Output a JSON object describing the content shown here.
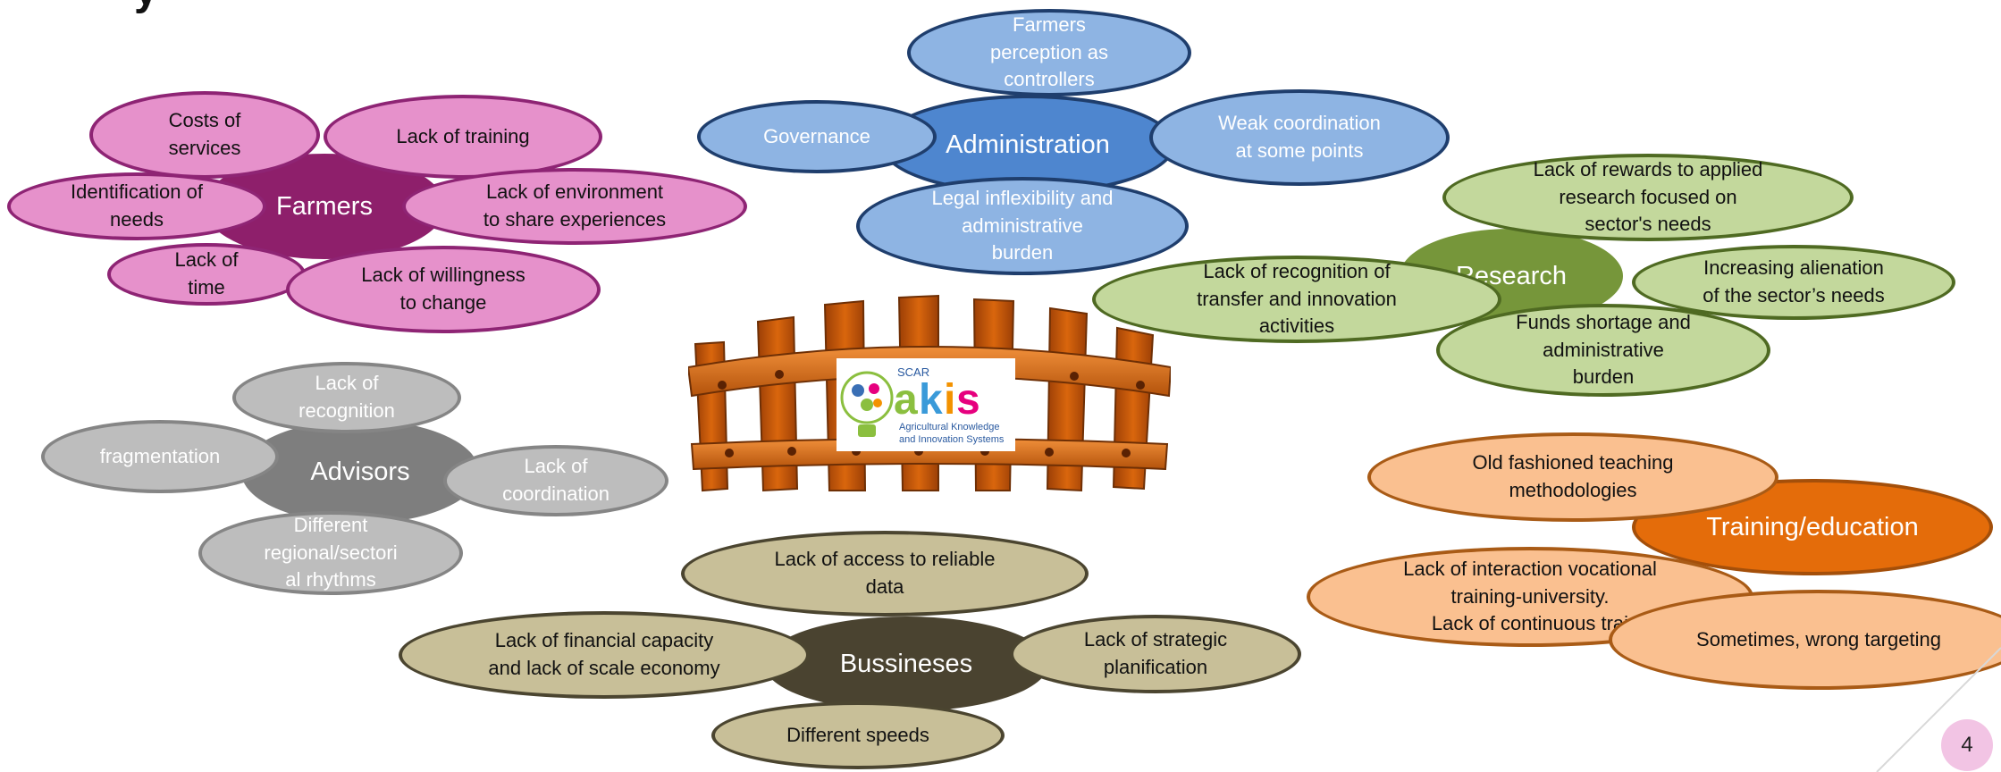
{
  "title_fragment": "y",
  "groups": {
    "farmers": {
      "hub": "Farmers",
      "items": [
        "Costs of\nservices",
        "Lack of training",
        "Identification of\nneeds",
        "Lack of environment\nto share experiences",
        "Lack of\ntime",
        "Lack of willingness\nto change"
      ]
    },
    "administration": {
      "hub": "Administration",
      "items": [
        "Farmers\nperception as\ncontrollers",
        "Governance",
        "Weak coordination\nat some points",
        "Legal inflexibility and\nadministrative\nburden"
      ]
    },
    "research": {
      "hub": "Research",
      "items": [
        "Lack of rewards to applied\nresearch focused on\nsector's needs",
        "Lack of recognition of\ntransfer and innovation\nactivities",
        "Increasing alienation\nof the sector’s needs",
        "Funds shortage and\nadministrative\nburden"
      ]
    },
    "advisors": {
      "hub": "Advisors",
      "items": [
        "Lack of\nrecognition",
        "fragmentation",
        "Lack of\ncoordination",
        "Different\nregional/sectori\nal rhythms"
      ]
    },
    "businesses": {
      "hub": "Bussineses",
      "items": [
        "Lack of access to reliable\ndata",
        "Lack of financial capacity\nand lack of scale economy",
        "Lack of strategic\nplanification",
        "Different speeds"
      ]
    },
    "training": {
      "hub": "Training/education",
      "items": [
        "Old fashioned teaching\nmethodologies",
        "Lack of interaction vocational\ntraining-university.\nLack of continuous trai",
        "Sometimes, wrong targeting"
      ]
    }
  },
  "logo": {
    "small": "SCAR",
    "big": "AKIS",
    "sub1": "Agricultural Knowledge",
    "sub2": "and Innovation Systems"
  },
  "page_number": "4",
  "colors": {
    "farmers": "#8e1f6b",
    "administration": "#4e86cf",
    "research": "#76963a",
    "advisors": "#7e7e7e",
    "businesses": "#4a4330",
    "training": "#e46c0a"
  }
}
